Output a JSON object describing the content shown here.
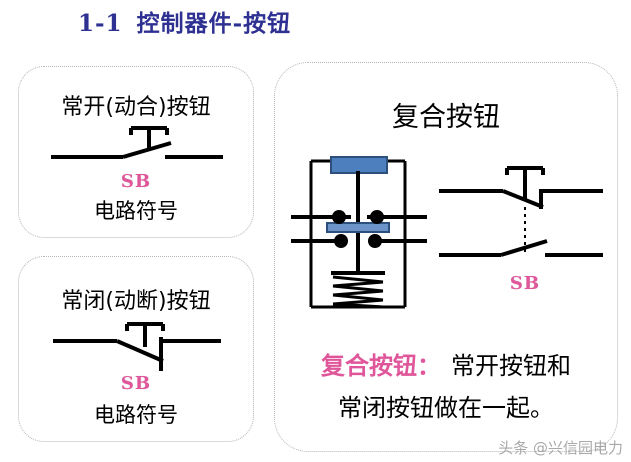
{
  "title": {
    "number": "1-1",
    "text": "控制器件-按钮",
    "color": "#2e3192"
  },
  "colors": {
    "title_blue": "#2e3192",
    "label_pink": "#e0569a",
    "button_cap_blue": "#4d7ebd",
    "contact_bar_blue": "#6d94c8",
    "line_black": "#000000",
    "panel_border_gray": "#b4b4b4",
    "watermark_gray": "#9a9a9a"
  },
  "panels": {
    "normally_open": {
      "heading": "常开(动合)按钮",
      "symbol_name": "normally-open-pushbutton-symbol",
      "device_label": "SB",
      "caption": "电路符号"
    },
    "normally_closed": {
      "heading": "常闭(动断)按钮",
      "symbol_name": "normally-closed-pushbutton-symbol",
      "device_label": "SB",
      "caption": "电路符号"
    },
    "compound": {
      "heading": "复合按钮",
      "physical_diagram_name": "compound-pushbutton-construction-diagram",
      "symbol_name": "compound-pushbutton-circuit-symbol",
      "device_label": "SB",
      "note_key": "复合按钮：",
      "note_value_line1": "常开按钮和",
      "note_value_line2": "常闭按钮做在一起。"
    }
  },
  "watermark": "头条 @兴信园电力"
}
